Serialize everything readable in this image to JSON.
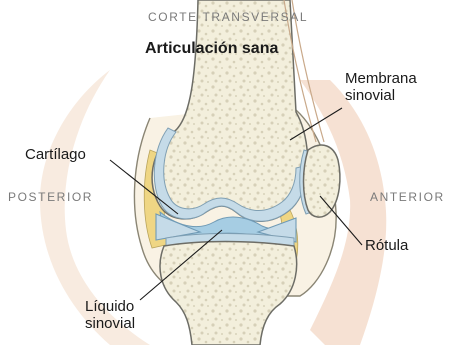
{
  "header": {
    "section": "CORTE TRANSVERSAL",
    "title": "Articulación sana"
  },
  "orientation": {
    "left": "POSTERIOR",
    "right": "ANTERIOR"
  },
  "labels": {
    "membrane": [
      "Membrana",
      "sinovial"
    ],
    "cartilage": "Cartílago",
    "patella": "Rótula",
    "fluid": [
      "Líquido",
      "sinovial"
    ]
  },
  "colors": {
    "bone": "#f3efdc",
    "marrow": "#ddd8c3",
    "cartilage": "#c5dbe8",
    "fluid": "#a6cde3",
    "fat": "#f0d890",
    "skin": "#f4dccb",
    "outline": "#6d6d66"
  }
}
